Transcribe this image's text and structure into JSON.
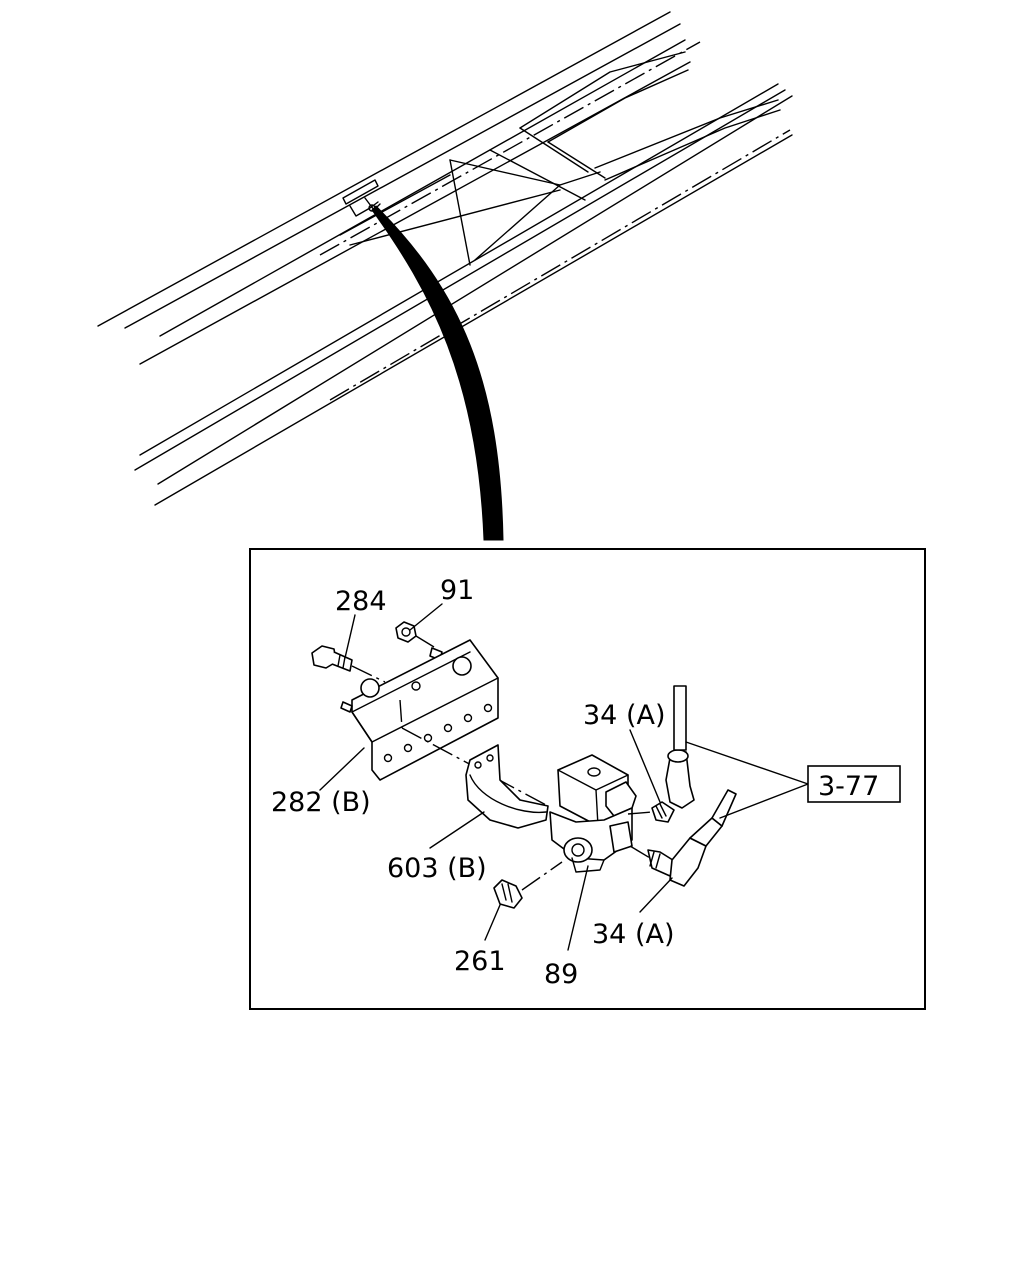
{
  "callouts": {
    "c284": "284",
    "c91": "91",
    "c34a_top": "34 (A)",
    "c282b": "282 (B)",
    "c603b": "603 (B)",
    "c261": "261",
    "c89": "89",
    "c34a_bottom": "34 (A)"
  },
  "reference_box": {
    "label": "3-77"
  }
}
